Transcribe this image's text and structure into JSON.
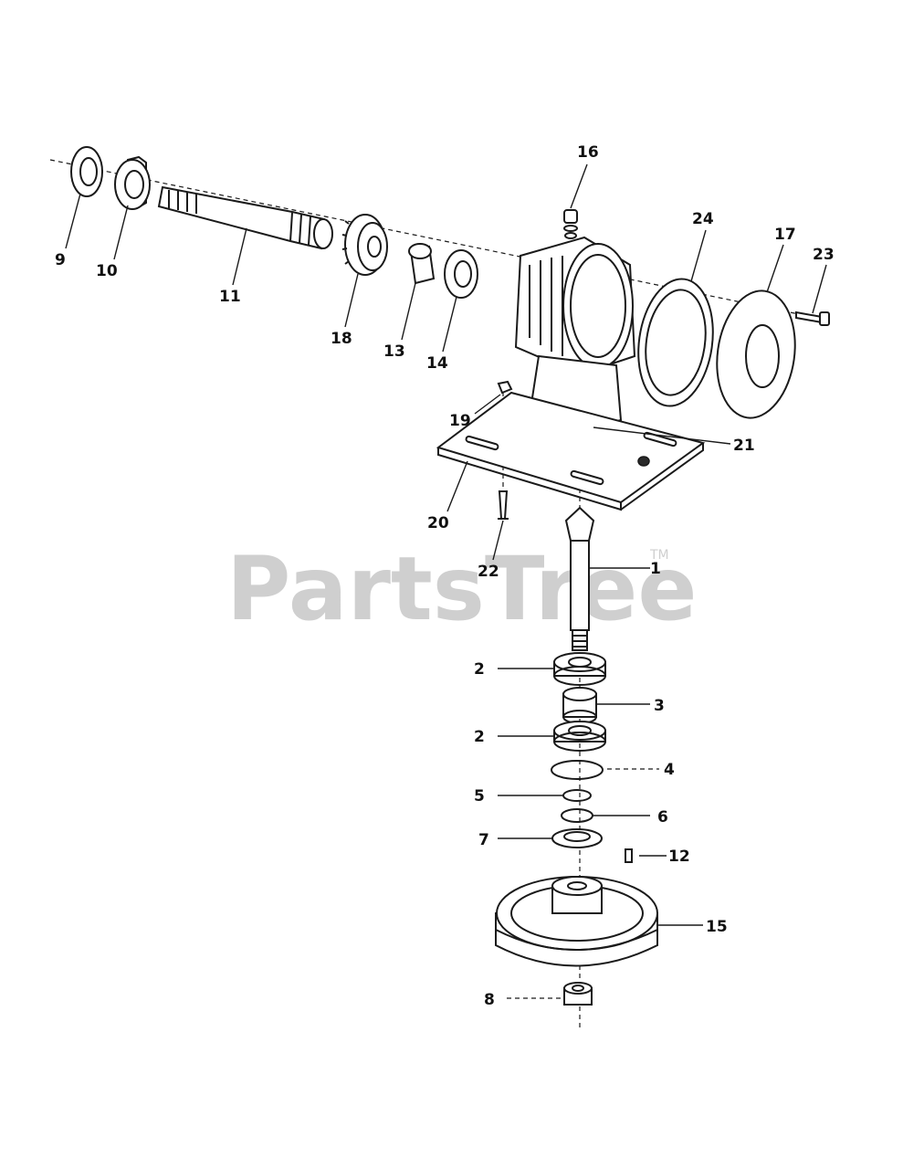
{
  "watermark": {
    "text": "PartsTree",
    "tm": "TM"
  },
  "labels": [
    "1",
    "2",
    "3",
    "2",
    "4",
    "5",
    "6",
    "7",
    "12",
    "15",
    "8",
    "9",
    "10",
    "11",
    "18",
    "13",
    "14",
    "16",
    "24",
    "17",
    "23",
    "19",
    "21",
    "20",
    "22"
  ]
}
